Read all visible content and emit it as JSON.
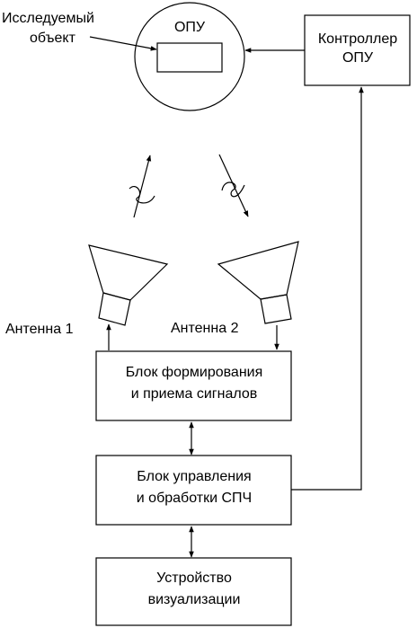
{
  "diagram": {
    "labels": {
      "object_line1": "Исследуемый",
      "object_line2": "объект",
      "opu": "ОПУ",
      "controller_line1": "Контроллер",
      "controller_line2": "ОПУ",
      "antenna1": "Антенна 1",
      "antenna2": "Антенна 2",
      "signal_block_line1": "Блок формирования",
      "signal_block_line2": "и приема сигналов",
      "control_block_line1": "Блок управления",
      "control_block_line2": "и обработки СПЧ",
      "display_line1": "Устройство",
      "display_line2": "визуализации"
    },
    "colors": {
      "stroke": "#000000",
      "background": "#ffffff"
    }
  }
}
